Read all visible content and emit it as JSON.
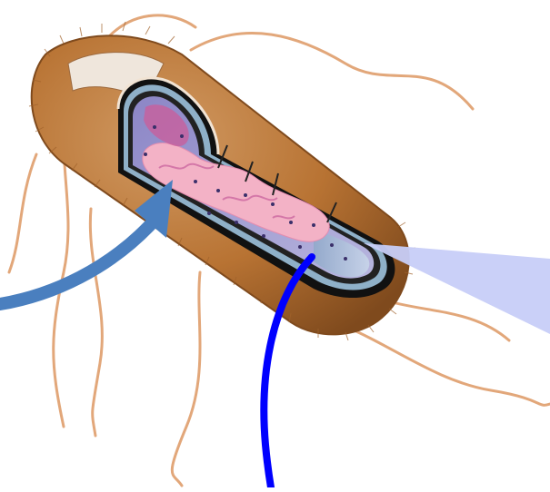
{
  "diagram": {
    "subject": "bacterium-cutaway",
    "labels": [],
    "colors": {
      "background": "#ffffff",
      "cell_wall": "#b87333",
      "cell_wall_dark": "#8a4f1f",
      "wall_hair": "#a0622b",
      "flagella": "#e2a77a",
      "membrane_outer": "#111111",
      "membrane_band": "#8fb0c8",
      "cytoplasm": "#a9a9d6",
      "cytoplasm_dark": "#6a5fa8",
      "nucleoid": "#f3b2c6",
      "nucleoid_dark": "#c85f9c",
      "inner_cap": "#e7eef6",
      "arrow_steel": "#4a7fbf",
      "pointer_blue": "#0000ff",
      "beam": "#c7cdf8"
    },
    "pointers": [
      {
        "name": "steel-blue-arrow",
        "style": "curved-arrow"
      },
      {
        "name": "blue-pointer-line",
        "style": "curved-line"
      },
      {
        "name": "light-blue-beam",
        "style": "wedge"
      }
    ]
  }
}
